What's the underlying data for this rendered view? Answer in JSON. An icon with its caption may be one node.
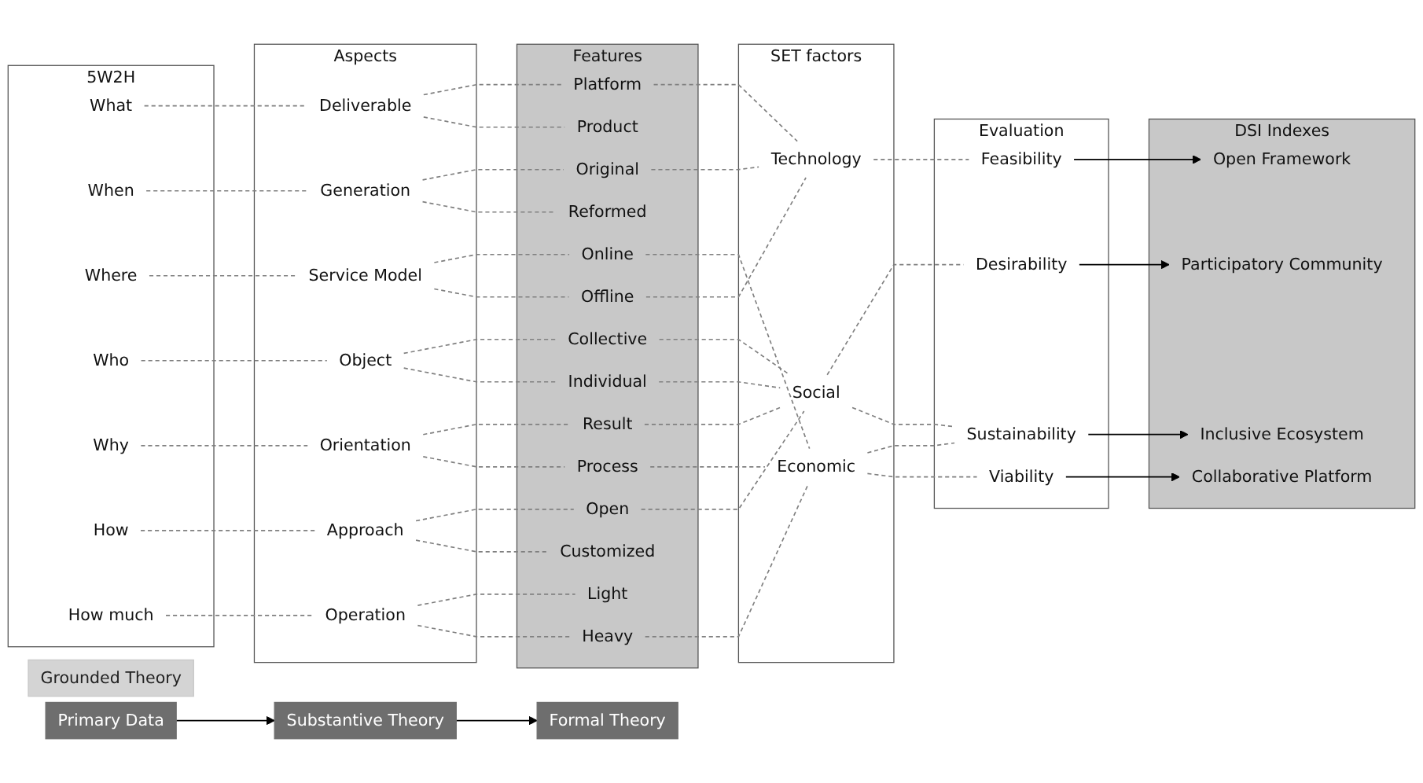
{
  "diagram": {
    "nodes": [
      {
        "text": [
          "Grounded Theory"
        ]
      },
      {
        "text": [
          "Primary Data"
        ]
      },
      {
        "text": [
          "Substantive Theory"
        ]
      },
      {
        "text": [
          "Formal Theory"
        ]
      },
      {
        "text": [
          "5W2H"
        ]
      },
      {
        "text": [
          "What"
        ],
        "in": 4
      },
      {
        "text": [
          "When"
        ],
        "in": 4
      },
      {
        "text": [
          "Where"
        ],
        "in": 4
      },
      {
        "text": [
          "Who"
        ],
        "in": 4
      },
      {
        "text": [
          "Why"
        ],
        "in": 4
      },
      {
        "text": [
          "How"
        ],
        "in": 4
      },
      {
        "text": [
          "How much"
        ],
        "in": 4
      },
      {
        "text": [
          "Aspects"
        ]
      },
      {
        "text": [
          "Deliverable"
        ],
        "in": 12
      },
      {
        "text": [
          "Generation"
        ],
        "in": 12
      },
      {
        "text": [
          "Service Model"
        ],
        "in": 12
      },
      {
        "text": [
          "Object"
        ],
        "in": 12
      },
      {
        "text": [
          "Orientation"
        ],
        "in": 12
      },
      {
        "text": [
          "Approach"
        ],
        "in": 12
      },
      {
        "text": [
          "Operation"
        ],
        "in": 12
      },
      {
        "text": [
          "Features"
        ]
      },
      {
        "text": [
          "Platform"
        ],
        "in": 20
      },
      {
        "text": [
          "Product"
        ],
        "in": 20
      },
      {
        "text": [
          "Original"
        ],
        "in": 20
      },
      {
        "text": [
          "Reformed"
        ],
        "in": 20
      },
      {
        "text": [
          "Online"
        ],
        "in": 20
      },
      {
        "text": [
          "Offline"
        ],
        "in": 20
      },
      {
        "text": [
          "Collective"
        ],
        "in": 20
      },
      {
        "text": [
          "Individual"
        ],
        "in": 20
      },
      {
        "text": [
          "Result"
        ],
        "in": 20
      },
      {
        "text": [
          "Process"
        ],
        "in": 20
      },
      {
        "text": [
          "Open"
        ],
        "in": 20
      },
      {
        "text": [
          "Customized"
        ],
        "in": 20
      },
      {
        "text": [
          "Light"
        ],
        "in": 20
      },
      {
        "text": [
          "Heavy"
        ],
        "in": 20
      },
      {
        "text": [
          "SET factors"
        ]
      },
      {
        "text": [
          "Social"
        ],
        "in": 35
      },
      {
        "text": [
          "Economic"
        ],
        "in": 35
      },
      {
        "text": [
          "Technology"
        ],
        "in": 35
      },
      {
        "text": [
          "Evaluation"
        ]
      },
      {
        "text": [
          "Desirability"
        ],
        "in": 39
      },
      {
        "text": [
          "Sustainability"
        ],
        "in": 39
      },
      {
        "text": [
          "Viability"
        ],
        "in": 39
      },
      {
        "text": [
          "Feasibility"
        ],
        "in": 39
      },
      {
        "text": [
          "DSI Indexes"
        ]
      },
      {
        "text": [
          "Participatory Community"
        ],
        "in": 44
      },
      {
        "text": [
          "Inclusive Ecosystem"
        ],
        "in": 44
      },
      {
        "text": [
          "Collaborative Platform"
        ],
        "in": 44
      },
      {
        "text": [
          "Open Framework"
        ],
        "in": 44
      }
    ],
    "edges": [
      {
        "from": 1,
        "to": 2,
        "arrow": "to",
        "color": "#000000"
      },
      {
        "from": 2,
        "to": 3,
        "arrow": "to",
        "color": "#000000"
      },
      {
        "from": 5,
        "to": 13,
        "arrow": "none",
        "style": "dashed"
      },
      {
        "from": 6,
        "to": 14,
        "arrow": "none",
        "style": "dashed"
      },
      {
        "from": 7,
        "to": 15,
        "arrow": "none",
        "style": "dashed"
      },
      {
        "from": 8,
        "to": 16,
        "arrow": "none",
        "style": "dashed"
      },
      {
        "from": 9,
        "to": 17,
        "arrow": "none",
        "style": "dashed"
      },
      {
        "from": 10,
        "to": 18,
        "arrow": "none",
        "style": "dashed"
      },
      {
        "from": 11,
        "to": 19,
        "arrow": "none",
        "style": "dashed"
      },
      {
        "from": 13,
        "to": 21,
        "arrow": "none",
        "style": "dashed"
      },
      {
        "from": 13,
        "to": 22,
        "arrow": "none",
        "style": "dashed"
      },
      {
        "from": 14,
        "to": 23,
        "arrow": "none",
        "style": "dashed"
      },
      {
        "from": 14,
        "to": 24,
        "arrow": "none",
        "style": "dashed"
      },
      {
        "from": 15,
        "to": 25,
        "arrow": "none",
        "style": "dashed"
      },
      {
        "from": 15,
        "to": 26,
        "arrow": "none",
        "style": "dashed"
      },
      {
        "from": 16,
        "to": 27,
        "arrow": "none",
        "style": "dashed"
      },
      {
        "from": 16,
        "to": 28,
        "arrow": "none",
        "style": "dashed"
      },
      {
        "from": 17,
        "to": 29,
        "arrow": "none",
        "style": "dashed"
      },
      {
        "from": 17,
        "to": 30,
        "arrow": "none",
        "style": "dashed"
      },
      {
        "from": 18,
        "to": 31,
        "arrow": "none",
        "style": "dashed"
      },
      {
        "from": 18,
        "to": 32,
        "arrow": "none",
        "style": "dashed"
      },
      {
        "from": 19,
        "to": 33,
        "arrow": "none",
        "style": "dashed"
      },
      {
        "from": 19,
        "to": 34,
        "arrow": "none",
        "style": "dashed"
      },
      {
        "from": 21,
        "to": 38,
        "arrow": "none",
        "style": "dashed"
      },
      {
        "from": 23,
        "to": 38,
        "arrow": "none",
        "style": "dashed"
      },
      {
        "from": 25,
        "to": 37,
        "arrow": "none",
        "style": "dashed"
      },
      {
        "from": 26,
        "to": 38,
        "arrow": "none",
        "style": "dashed"
      },
      {
        "from": 27,
        "to": 36,
        "arrow": "none",
        "style": "dashed"
      },
      {
        "from": 28,
        "to": 36,
        "arrow": "none",
        "style": "dashed"
      },
      {
        "from": 29,
        "to": 36,
        "arrow": "none",
        "style": "dashed"
      },
      {
        "from": 30,
        "to": 37,
        "arrow": "none",
        "style": "dashed"
      },
      {
        "from": 31,
        "to": 36,
        "arrow": "none",
        "style": "dashed"
      },
      {
        "from": 34,
        "to": 37,
        "arrow": "none",
        "style": "dashed"
      },
      {
        "from": 36,
        "to": 40,
        "arrow": "none",
        "style": "dashed"
      },
      {
        "from": 36,
        "to": 41,
        "arrow": "none",
        "style": "dashed"
      },
      {
        "from": 37,
        "to": 41,
        "arrow": "none",
        "style": "dashed"
      },
      {
        "from": 37,
        "to": 42,
        "arrow": "none",
        "style": "dashed"
      },
      {
        "from": 38,
        "to": 43,
        "arrow": "none",
        "style": "dashed"
      },
      {
        "from": 40,
        "to": 45,
        "arrow": "to",
        "color": "#000000"
      },
      {
        "from": 41,
        "to": 46,
        "arrow": "to",
        "color": "#000000"
      },
      {
        "from": 42,
        "to": 47,
        "arrow": "to",
        "color": "#000000"
      },
      {
        "from": 43,
        "to": 48,
        "arrow": "to",
        "color": "#000000"
      }
    ]
  }
}
